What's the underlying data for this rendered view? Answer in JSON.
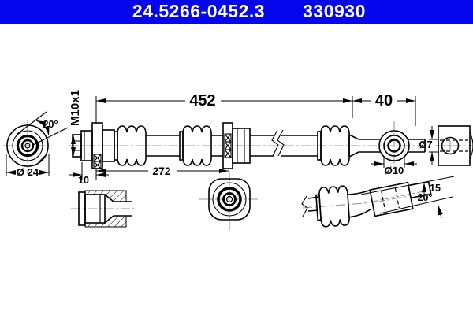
{
  "header": {
    "part_number": "24.5266-0452.3",
    "reference_number": "330930",
    "background_color": "#0505ee",
    "text_color": "#ffffff"
  },
  "drawing": {
    "type": "technical-drawing",
    "subject": "brake hose with fittings",
    "line_color": "#000000",
    "centerline_color": "#979797",
    "labels": {
      "overall_length": "452",
      "end_length": "40",
      "mid_length": "272",
      "thread_length": "10",
      "flange_diameter": "Ø 24",
      "flange_angle": "20°",
      "thread_size": "M10x1",
      "banjo_bore": "Ø10",
      "pipe_diameter": "Ø7",
      "bracket_offset": "15",
      "bracket_angle": "20°"
    }
  }
}
